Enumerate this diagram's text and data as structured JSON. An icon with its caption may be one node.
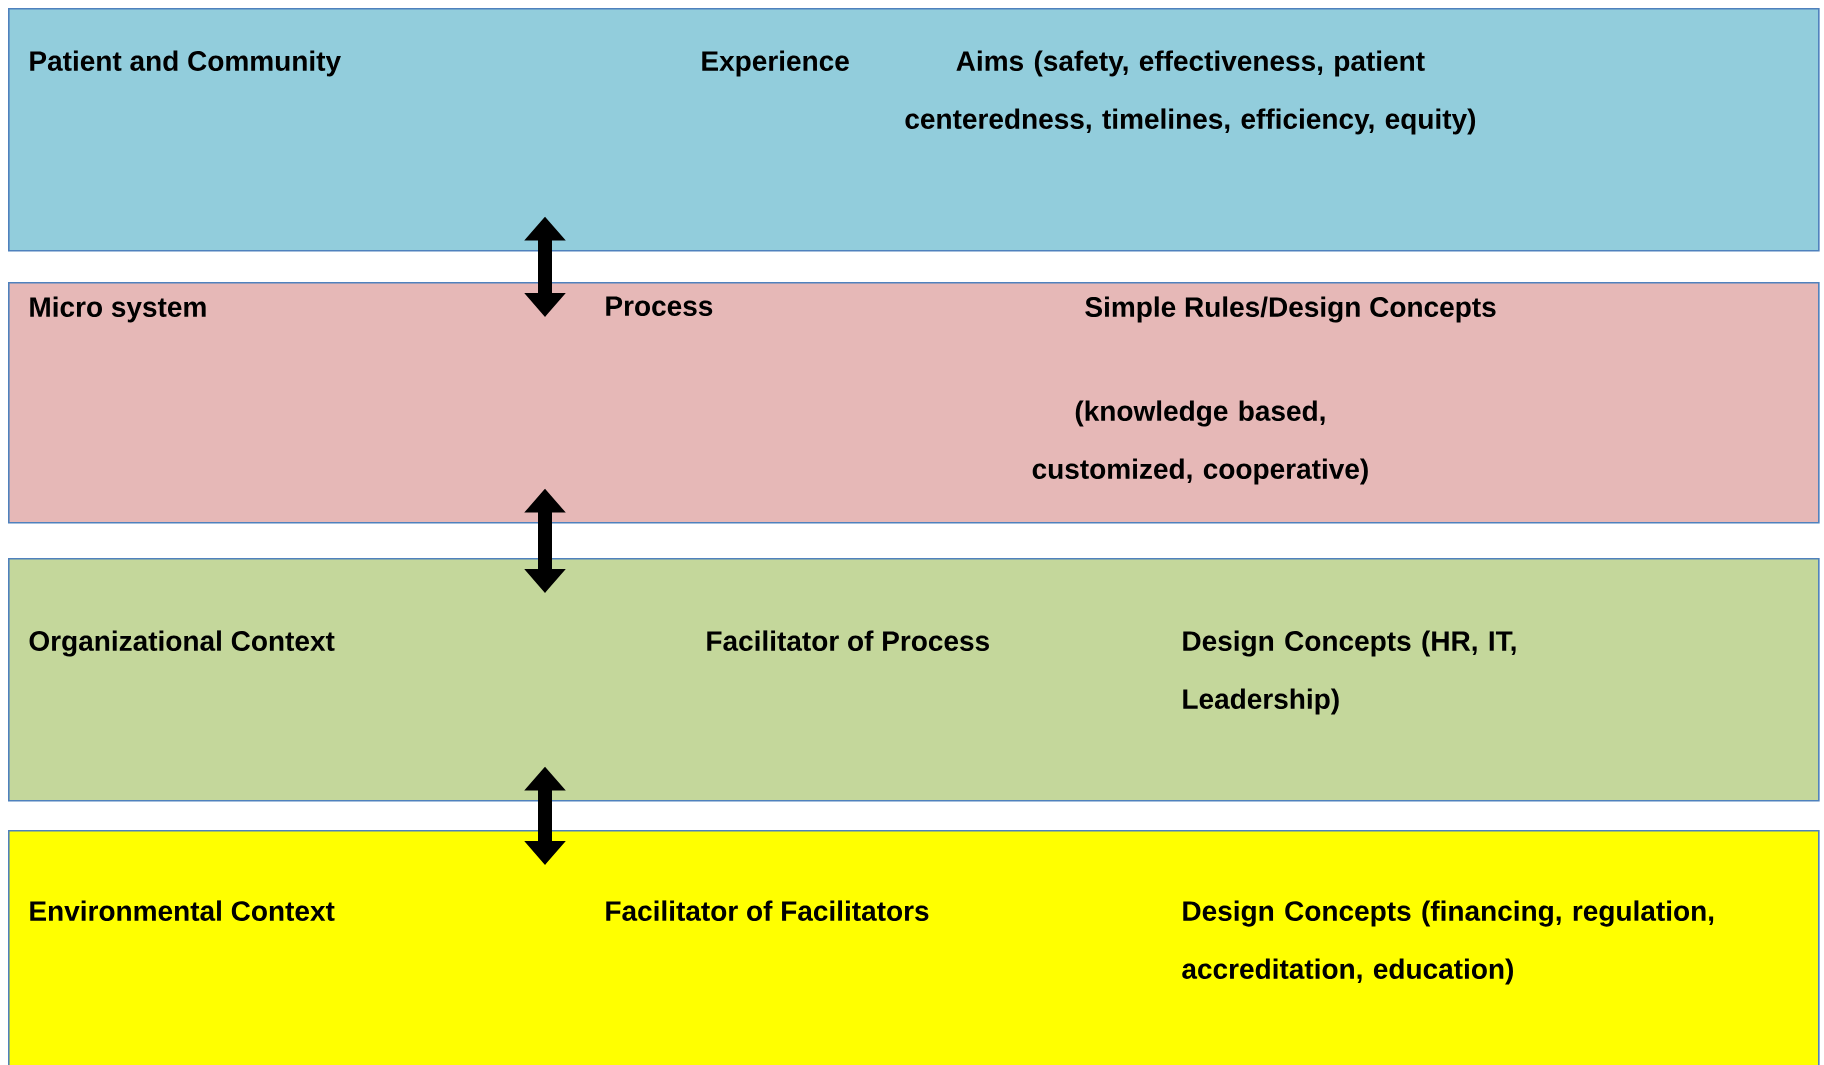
{
  "diagram": {
    "nodes": [
      {
        "text": [
          "Patient and Community",
          "Experience",
          "Aims (safety, effectiveness, patient centeredness, timelines, efficiency, equity)"
        ]
      },
      {
        "text": [
          "Micro system",
          "Process",
          "Simple Rules/Design Concepts",
          "(knowledge based, customized, cooperative)"
        ]
      },
      {
        "text": [
          "Organizational Context",
          "Facilitator of Process",
          "Design Concepts (HR, IT, Leadership)"
        ]
      },
      {
        "text": [
          "Environmental Context",
          "Facilitator of Facilitators",
          "Design Concepts (financing, regulation, accreditation, education)"
        ]
      }
    ],
    "edges": [
      {
        "from": 0,
        "to": 1,
        "arrow": "both"
      },
      {
        "from": 1,
        "to": 2,
        "arrow": "both"
      },
      {
        "from": 2,
        "to": 3,
        "arrow": "both"
      }
    ]
  }
}
